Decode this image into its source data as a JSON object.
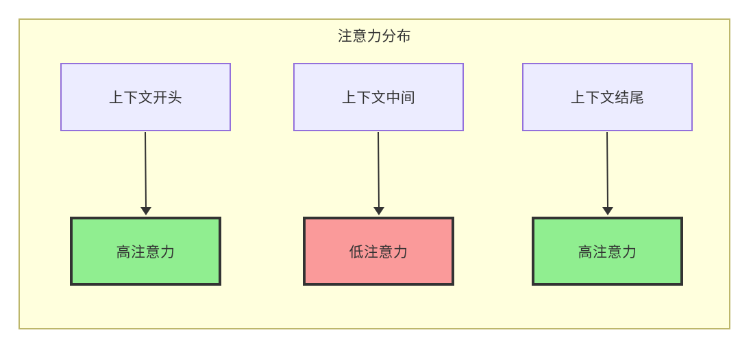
{
  "diagram": {
    "title": "注意力分布",
    "frame_fill": "#ffffdd",
    "frame_stroke": "#bdb76b",
    "nodes": {
      "top": [
        {
          "id": "context-start",
          "label": "上下文开头",
          "fill": "#ececff",
          "stroke": "#9370db"
        },
        {
          "id": "context-middle",
          "label": "上下文中间",
          "fill": "#ececff",
          "stroke": "#9370db"
        },
        {
          "id": "context-end",
          "label": "上下文结尾",
          "fill": "#ececff",
          "stroke": "#9370db"
        }
      ],
      "leaf": [
        {
          "id": "high-attention-start",
          "label": "高注意力",
          "fill": "#90ee90",
          "stroke": "#333333"
        },
        {
          "id": "low-attention-middle",
          "label": "低注意力",
          "fill": "#fa9a9a",
          "stroke": "#333333"
        },
        {
          "id": "high-attention-end",
          "label": "高注意力",
          "fill": "#90ee90",
          "stroke": "#333333"
        }
      ]
    },
    "edges": [
      {
        "from": "context-start",
        "to": "high-attention-start"
      },
      {
        "from": "context-middle",
        "to": "low-attention-middle"
      },
      {
        "from": "context-end",
        "to": "high-attention-end"
      }
    ]
  }
}
